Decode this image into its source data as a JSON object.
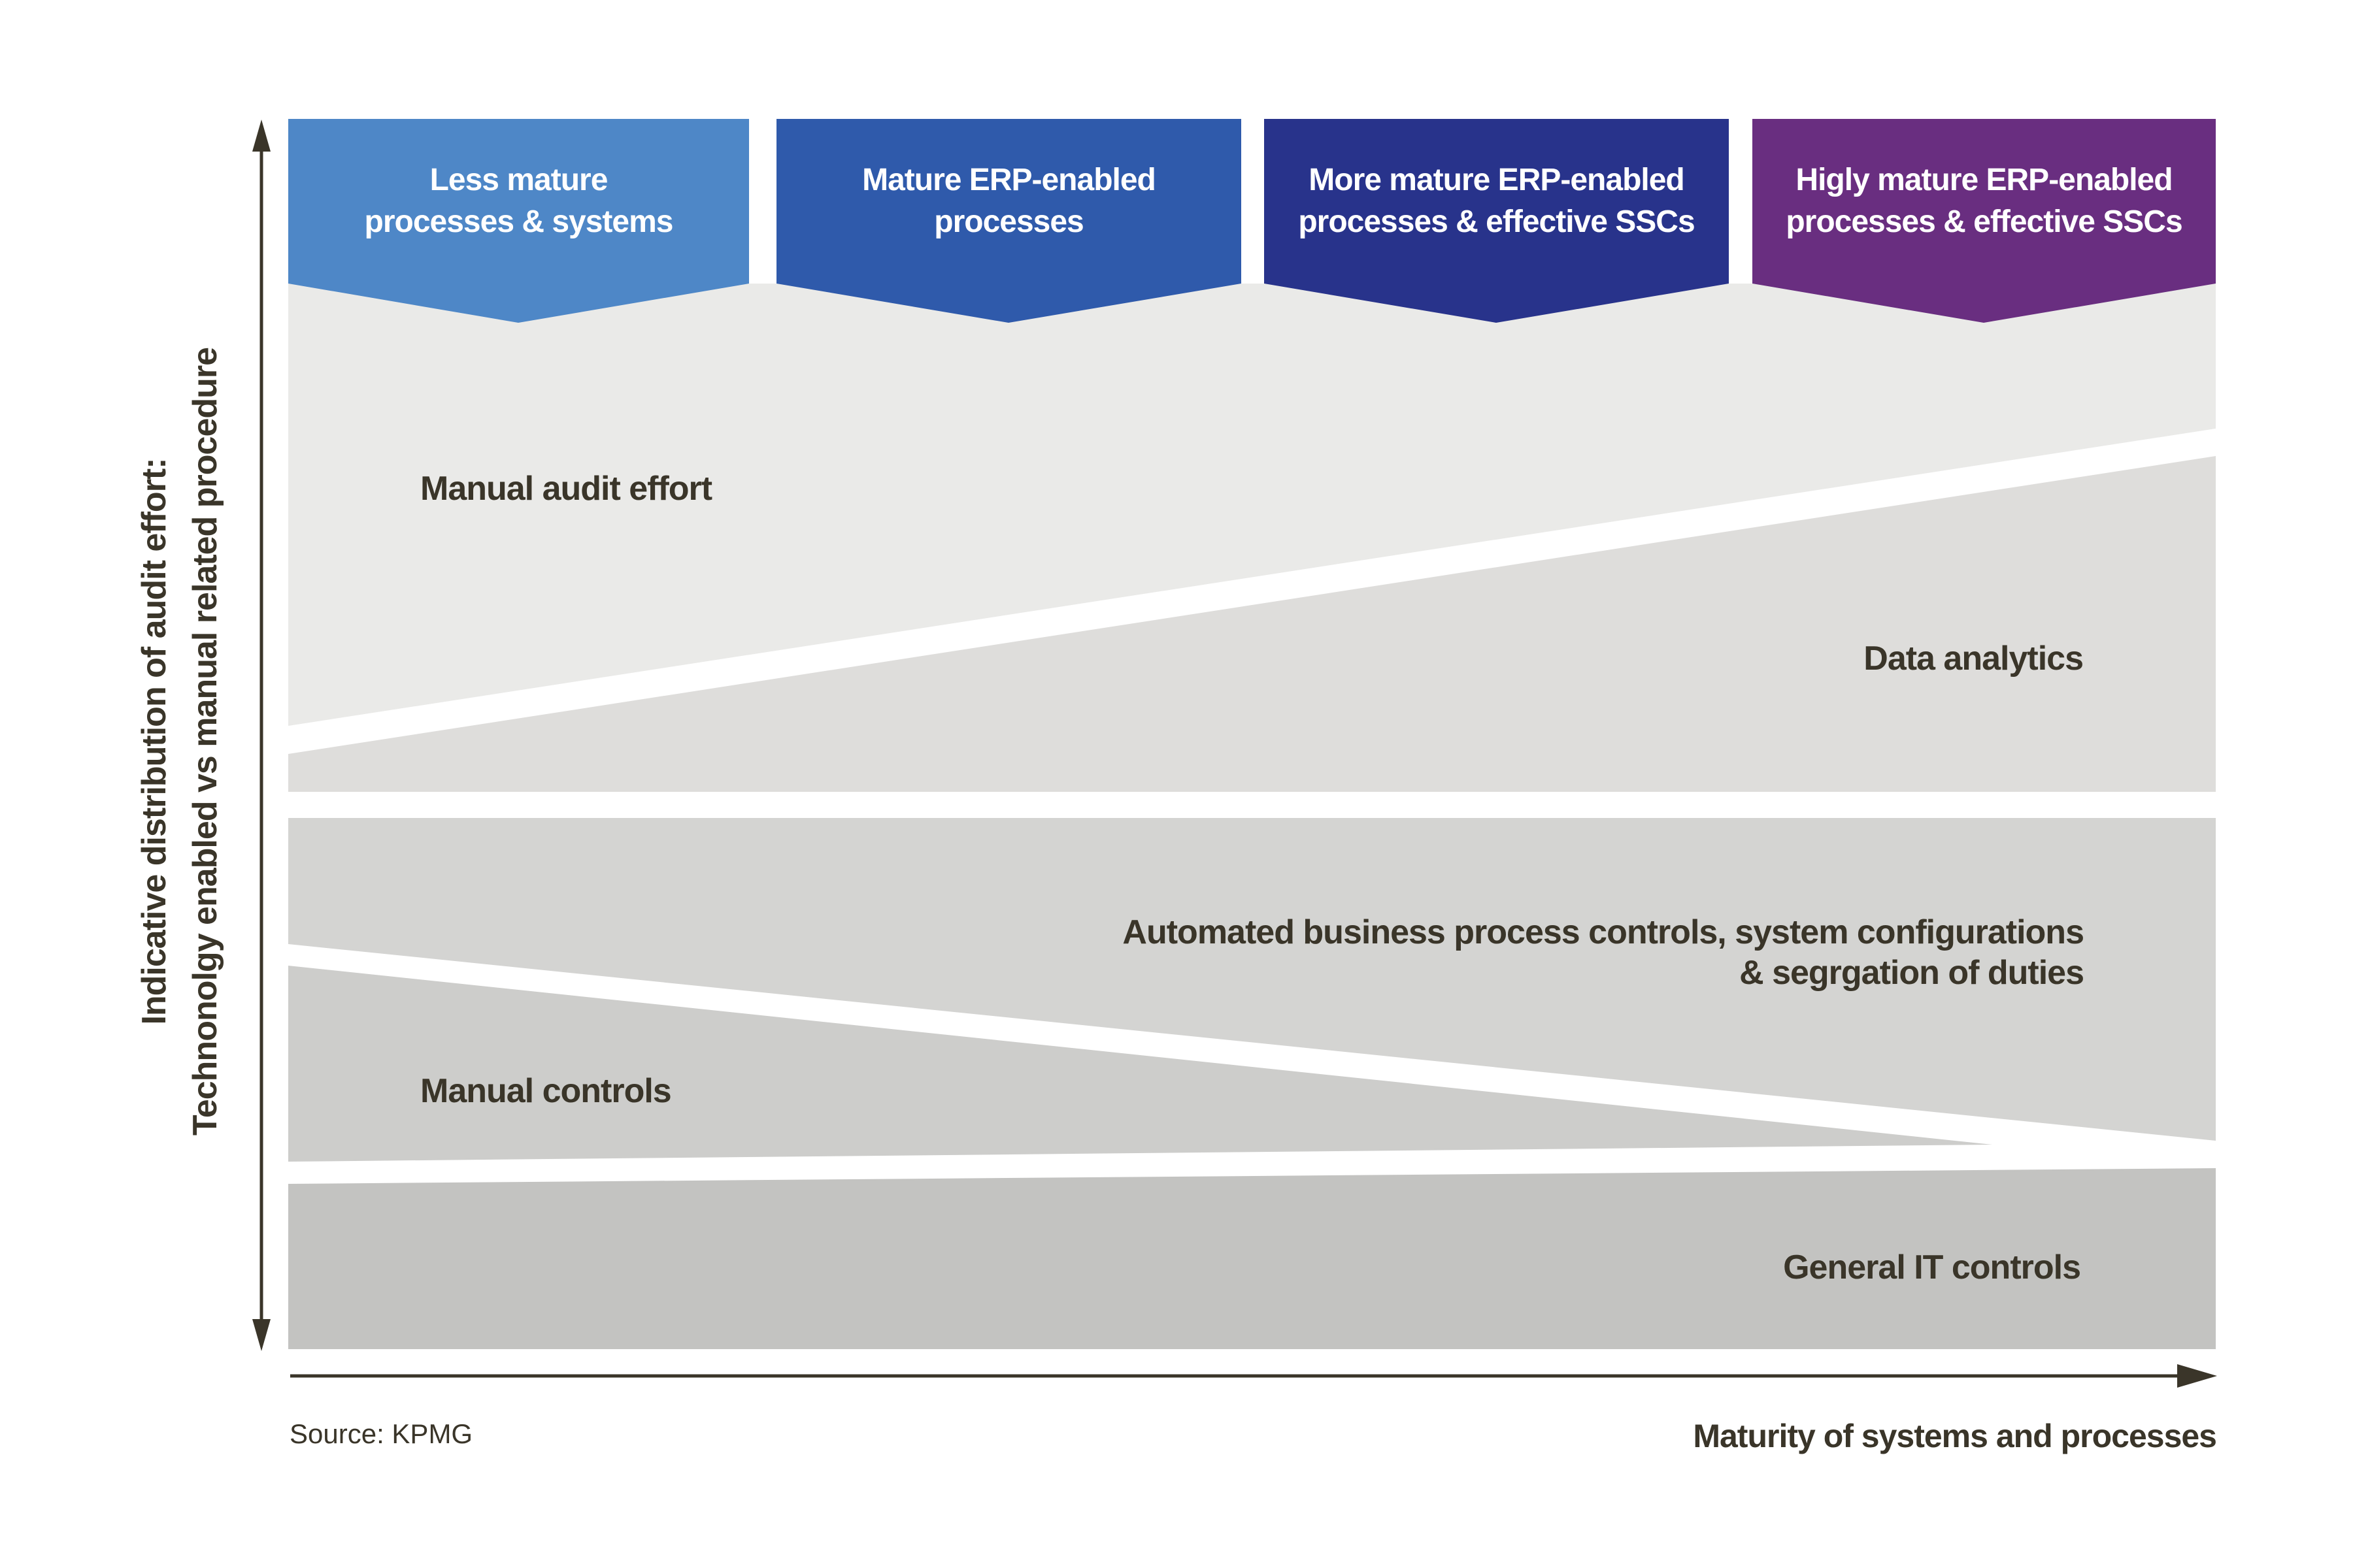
{
  "colors": {
    "background": "#ffffff",
    "banner_text": "#ffffff",
    "text": "#3a3529",
    "axis": "#3a3529",
    "band_manual_audit_effort": "#eaeae8",
    "band_data_analytics": "#dedddb",
    "band_automated_controls": "#d4d4d2",
    "band_manual_controls": "#cdcdcb",
    "band_general_it_controls": "#c3c3c1"
  },
  "banners": [
    {
      "line1": "Less mature",
      "line2": "processes & systems",
      "color": "#4e87c7"
    },
    {
      "line1": "Mature ERP-enabled",
      "line2": "processes",
      "color": "#2f5aab"
    },
    {
      "line1": "More mature ERP-enabled",
      "line2": "processes & effective SSCs",
      "color": "#28338b"
    },
    {
      "line1": "Higly mature ERP-enabled",
      "line2": "processes & effective SSCs",
      "color": "#692e80"
    }
  ],
  "areas": {
    "manual_audit_effort": "Manual audit effort",
    "data_analytics": "Data analytics",
    "automated_line1": "Automated business process controls, system configurations",
    "automated_line2": "& segrgation of duties",
    "manual_controls": "Manual controls",
    "general_it_controls": "General IT controls"
  },
  "y_axis": {
    "line1": "Indicative distribution of audit effort:",
    "line2": "Technonolgy enabled vs manual related procedure"
  },
  "x_axis": {
    "label": "Maturity of systems and processes"
  },
  "source": {
    "label": "Source: KPMG"
  }
}
